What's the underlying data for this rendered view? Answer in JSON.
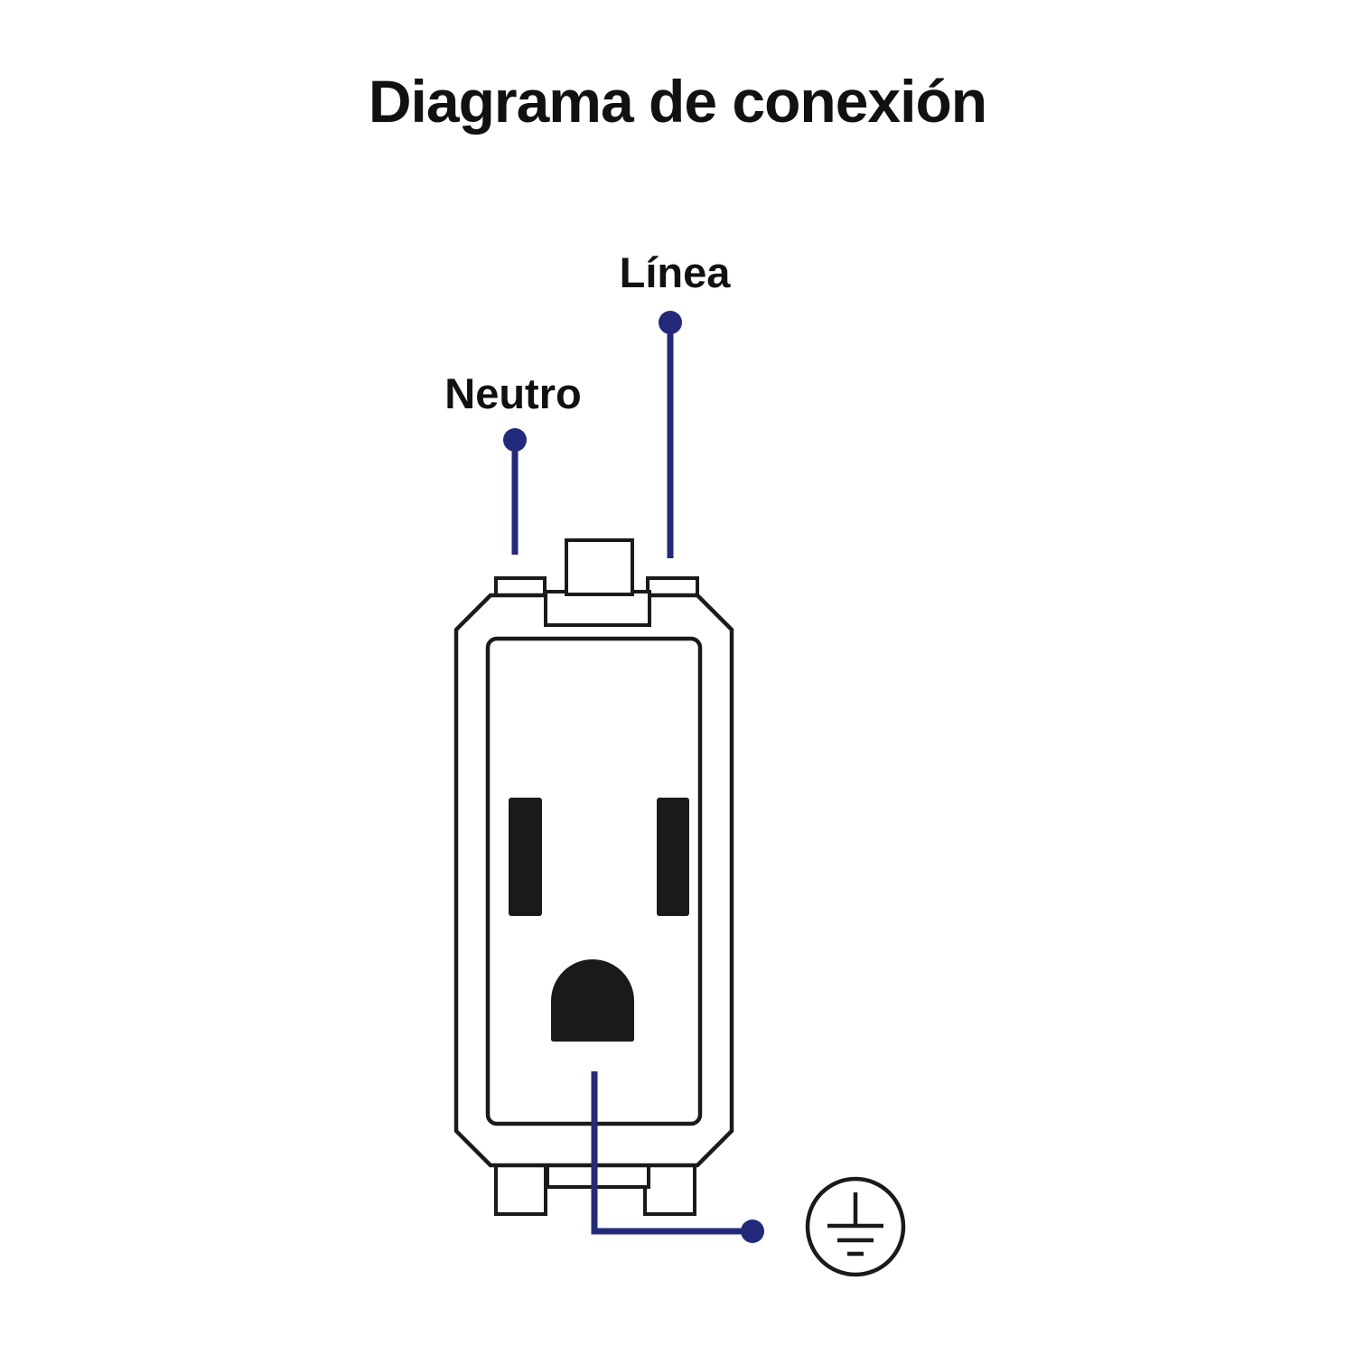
{
  "diagram": {
    "title": "Diagrama de conexión",
    "labels": {
      "linea": "Línea",
      "neutro": "Neutro"
    },
    "colors": {
      "wire": "#232a7c",
      "outline": "#1a1a1a",
      "background": "#ffffff"
    },
    "icons": {
      "ground": "ground-icon"
    }
  }
}
